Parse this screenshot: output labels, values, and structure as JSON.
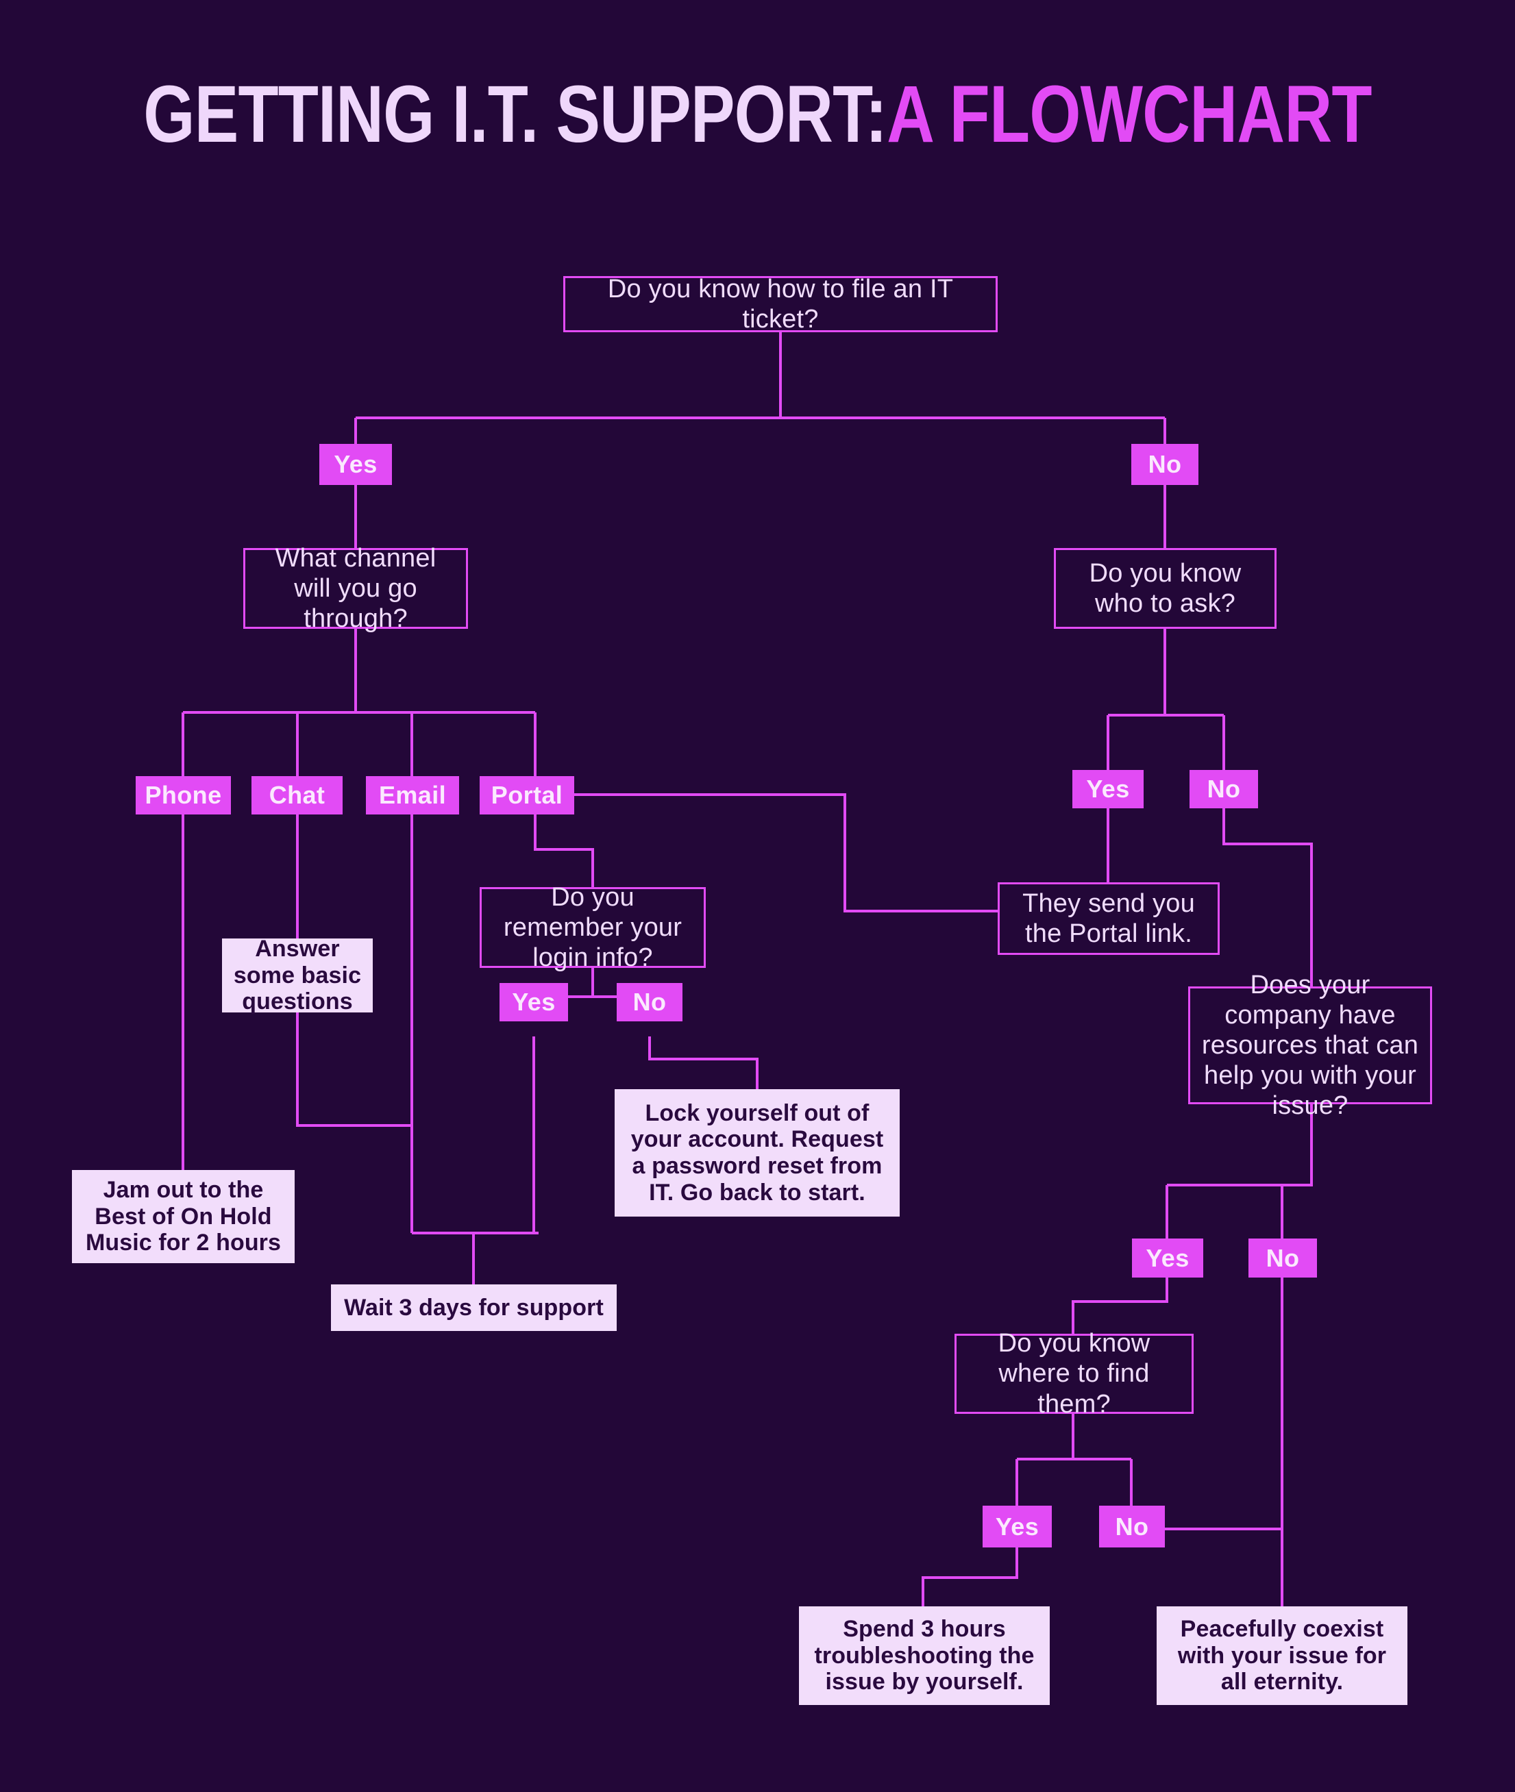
{
  "title": {
    "part1": "GETTING I.T. SUPPORT:",
    "part2": "A FLOWCHART",
    "accent_color": "#E24BF5",
    "light_color": "#EFD7FB"
  },
  "palette": {
    "background": "#230738",
    "magenta": "#E24BF5",
    "light_box": "#F2DDFB",
    "dark_text": "#2A0A3F",
    "light_text": "#F0DCFB"
  },
  "nodes": {
    "q_file_ticket": "Do you know how to file an IT ticket?",
    "yes_root": "Yes",
    "no_root": "No",
    "q_channel": "What channel will you go through?",
    "q_who_to_ask": "Do you know who to ask?",
    "ch_phone": "Phone",
    "ch_chat": "Chat",
    "ch_email": "Email",
    "ch_portal": "Portal",
    "yes_ask": "Yes",
    "no_ask": "No",
    "q_login": "Do you remember your login info?",
    "they_send_portal": "They send you the Portal link.",
    "answer_basic": "Answer some basic questions",
    "yes_login": "Yes",
    "no_login": "No",
    "q_resources": "Does your company have resources that can help you with your issue?",
    "lock_out": "Lock yourself out of your account. Request a password reset from IT. Go back to start.",
    "jam_out": "Jam out to the Best of On Hold Music for 2 hours",
    "yes_res": "Yes",
    "no_res": "No",
    "wait_3_days": "Wait 3 days for support",
    "q_find_them": "Do you know where to find them?",
    "yes_find": "Yes",
    "no_find": "No",
    "spend_3_hours": "Spend 3 hours troubleshooting the issue by yourself.",
    "peacefully_coexist": "Peacefully coexist with your issue for all eternity."
  },
  "chart_data": {
    "type": "diagram",
    "diagram_kind": "flowchart",
    "title": "GETTING I.T. SUPPORT: A FLOWCHART",
    "start": "q_file_ticket",
    "node_list": [
      {
        "id": "q_file_ticket",
        "kind": "decision",
        "text": "Do you know how to file an IT ticket?"
      },
      {
        "id": "q_channel",
        "kind": "decision",
        "text": "What channel will you go through?"
      },
      {
        "id": "q_who_to_ask",
        "kind": "decision",
        "text": "Do you know who to ask?"
      },
      {
        "id": "ch_phone",
        "kind": "chip",
        "text": "Phone"
      },
      {
        "id": "ch_chat",
        "kind": "chip",
        "text": "Chat"
      },
      {
        "id": "ch_email",
        "kind": "chip",
        "text": "Email"
      },
      {
        "id": "ch_portal",
        "kind": "chip",
        "text": "Portal"
      },
      {
        "id": "q_login",
        "kind": "decision",
        "text": "Do you remember your login info?"
      },
      {
        "id": "they_send_portal",
        "kind": "decision",
        "text": "They send you the Portal link."
      },
      {
        "id": "answer_basic",
        "kind": "outcome",
        "text": "Answer some basic questions"
      },
      {
        "id": "q_resources",
        "kind": "decision",
        "text": "Does your company have resources that can help you with your issue?"
      },
      {
        "id": "lock_out",
        "kind": "outcome",
        "text": "Lock yourself out of your account. Request a password reset from IT. Go back to start."
      },
      {
        "id": "jam_out",
        "kind": "outcome",
        "text": "Jam out to the Best of On Hold Music for 2 hours"
      },
      {
        "id": "wait_3_days",
        "kind": "outcome",
        "text": "Wait 3 days for support"
      },
      {
        "id": "q_find_them",
        "kind": "decision",
        "text": "Do you know where to find them?"
      },
      {
        "id": "spend_3_hours",
        "kind": "outcome",
        "text": "Spend 3 hours troubleshooting the issue by yourself."
      },
      {
        "id": "peacefully_coexist",
        "kind": "outcome",
        "text": "Peacefully coexist with your issue for all eternity."
      }
    ],
    "edges": [
      {
        "from": "q_file_ticket",
        "to": "q_channel",
        "label": "Yes"
      },
      {
        "from": "q_file_ticket",
        "to": "q_who_to_ask",
        "label": "No"
      },
      {
        "from": "q_channel",
        "to": "ch_phone",
        "label": ""
      },
      {
        "from": "q_channel",
        "to": "ch_chat",
        "label": ""
      },
      {
        "from": "q_channel",
        "to": "ch_email",
        "label": ""
      },
      {
        "from": "q_channel",
        "to": "ch_portal",
        "label": ""
      },
      {
        "from": "ch_phone",
        "to": "jam_out",
        "label": ""
      },
      {
        "from": "ch_chat",
        "to": "answer_basic",
        "label": ""
      },
      {
        "from": "answer_basic",
        "to": "wait_3_days",
        "label": ""
      },
      {
        "from": "ch_email",
        "to": "wait_3_days",
        "label": ""
      },
      {
        "from": "ch_portal",
        "to": "q_login",
        "label": ""
      },
      {
        "from": "ch_portal",
        "to": "they_send_portal",
        "label": ""
      },
      {
        "from": "q_login",
        "to": "wait_3_days",
        "label": "Yes"
      },
      {
        "from": "q_login",
        "to": "lock_out",
        "label": "No"
      },
      {
        "from": "q_who_to_ask",
        "to": "they_send_portal",
        "label": "Yes"
      },
      {
        "from": "q_who_to_ask",
        "to": "q_resources",
        "label": "No"
      },
      {
        "from": "q_resources",
        "to": "q_find_them",
        "label": "Yes"
      },
      {
        "from": "q_resources",
        "to": "peacefully_coexist",
        "label": "No"
      },
      {
        "from": "q_find_them",
        "to": "spend_3_hours",
        "label": "Yes"
      },
      {
        "from": "q_find_them",
        "to": "peacefully_coexist",
        "label": "No"
      }
    ]
  }
}
